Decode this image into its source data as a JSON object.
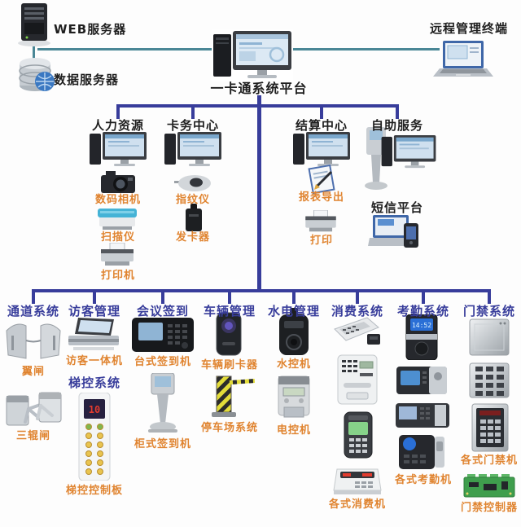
{
  "colors": {
    "navy": "#383d9b",
    "orange": "#e08430",
    "teal": "#4a8796",
    "text_dark": "#1f1f1f"
  },
  "top": {
    "web_server": "WEB服务器",
    "data_server": "数据服务器",
    "platform": "一卡通系统平台",
    "remote_terminal": "远程管理终端"
  },
  "level2": {
    "hr": {
      "label": "人力资源",
      "camera": "数码相机",
      "scanner": "扫描仪",
      "printer": "打印机"
    },
    "card": {
      "label": "卡务中心",
      "fingerprint": "指纹仪",
      "issuer": "发卡器"
    },
    "settle": {
      "label": "结算中心",
      "report": "报表导出",
      "print": "打印"
    },
    "self": {
      "label": "自助服务",
      "sms": "短信平台"
    }
  },
  "level3": {
    "channel": {
      "label": "通道系统",
      "wing": "翼闸",
      "tripod": "三辊闸"
    },
    "visitor": {
      "label": "访客管理",
      "allinone": "访客一体机",
      "elevator": "梯控系统",
      "board": "梯控控制板"
    },
    "meeting": {
      "label": "会议签到",
      "desk": "台式签到机",
      "cabinet": "柜式签到机"
    },
    "vehicle": {
      "label": "车辆管理",
      "reader": "车辆刷卡器",
      "parking": "停车场系统"
    },
    "utility": {
      "label": "水电管理",
      "water": "水控机",
      "electric": "电控机"
    },
    "consume": {
      "label": "消费系统",
      "machines": "各式消费机"
    },
    "attendance": {
      "label": "考勤系统",
      "machines": "各式考勤机"
    },
    "access": {
      "label": "门禁系统",
      "machines": "各式门禁机",
      "controller": "门禁控制器"
    }
  },
  "device_text": {
    "attendance_clock": "14:52",
    "elevator_display": "10"
  }
}
